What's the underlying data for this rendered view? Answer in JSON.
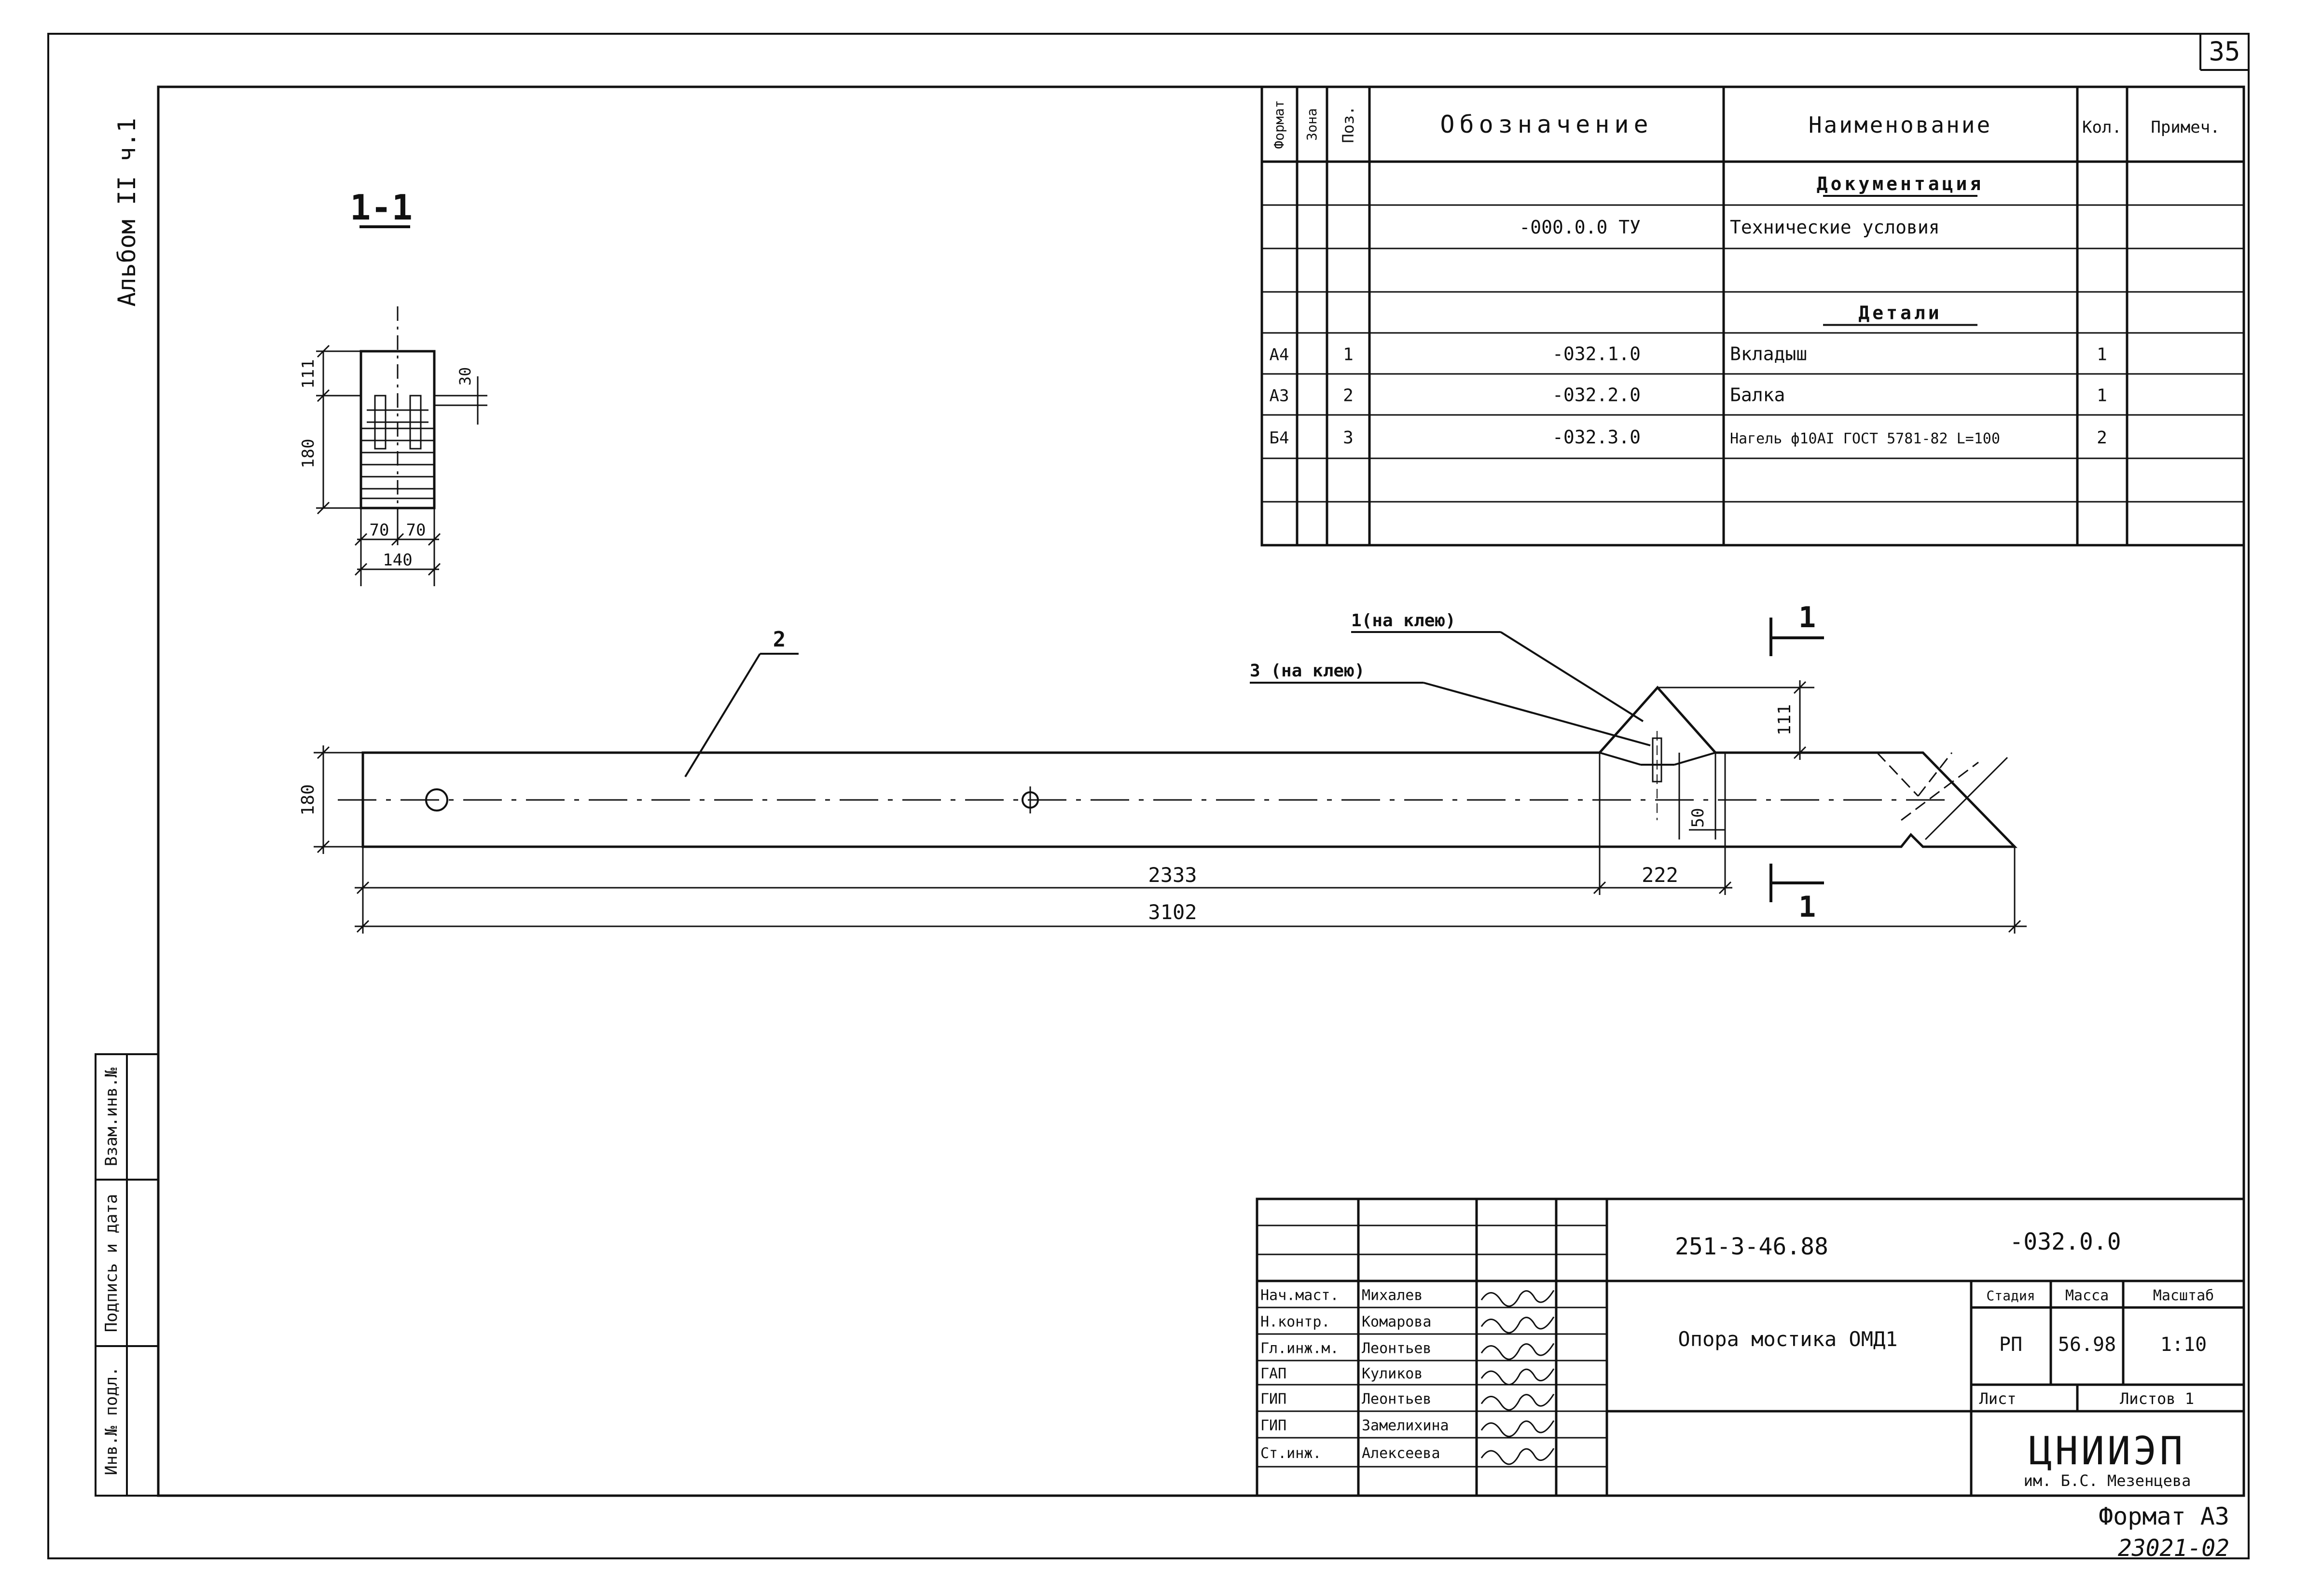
{
  "sheet": {
    "page_number": "35",
    "album_label": "Альбом II ч.1",
    "format_label": "Формат А3",
    "archive_number": "23021-02"
  },
  "section_mark": "1-1",
  "section_dims": {
    "height_top": "111",
    "height_bottom": "180",
    "slot_offset": "30",
    "width_left": "70",
    "width_right": "70",
    "total_width": "140"
  },
  "elevation": {
    "pos_beam": "2",
    "callout_insert": "1(на клею)",
    "callout_dowel": "3 (на клею)",
    "section_mark_top": "1",
    "section_mark_bottom": "1",
    "dim_height": "180",
    "dim_insert_height": "111",
    "dim_dowel": "50",
    "dim_2333": "2333",
    "dim_222": "222",
    "dim_total": "3102"
  },
  "spec_table": {
    "headers": {
      "format": "Формат",
      "zone": "Зона",
      "pos": "Поз.",
      "designation": "Обозначение",
      "name": "Наименование",
      "qty": "Кол.",
      "note": "Примеч."
    },
    "rows": [
      {
        "format": "",
        "pos": "",
        "designation": "",
        "name": "Документация",
        "qty": "",
        "underline": true
      },
      {
        "format": "",
        "pos": "",
        "designation": "-000.0.0 ТУ",
        "name": "Технические условия",
        "qty": ""
      },
      {
        "format": "",
        "pos": "",
        "designation": "",
        "name": "",
        "qty": ""
      },
      {
        "format": "",
        "pos": "",
        "designation": "",
        "name": "Детали",
        "qty": "",
        "underline": true
      },
      {
        "format": "А4",
        "pos": "1",
        "designation": "-032.1.0",
        "name": "Вкладыш",
        "qty": "1"
      },
      {
        "format": "А3",
        "pos": "2",
        "designation": "-032.2.0",
        "name": "Балка",
        "qty": "1"
      },
      {
        "format": "Б4",
        "pos": "3",
        "designation": "-032.3.0",
        "name": "Нагель ф10АI ГОСТ 5781-82 L=100",
        "qty": "2"
      },
      {
        "format": "",
        "pos": "",
        "designation": "",
        "name": "",
        "qty": ""
      },
      {
        "format": "",
        "pos": "",
        "designation": "",
        "name": "",
        "qty": ""
      }
    ]
  },
  "side_stamp": {
    "inv_podl": "Инв.№ подл.",
    "podpis_data": "Подпись и дата",
    "vzam_inv": "Взам.инв.№"
  },
  "title_block": {
    "project_code": "251-3-46.88",
    "doc_code": "-032.0.0",
    "title": "Опора мостика ОМД1",
    "stage_label": "Стадия",
    "mass_label": "Масса",
    "scale_label": "Масштаб",
    "stage": "РП",
    "mass": "56.98",
    "scale": "1:10",
    "sheet_label": "Лист",
    "sheets_label": "Листов 1",
    "org_name": "ЦНИИЭП",
    "org_sub": "им. Б.С. Мезенцева",
    "signatures": [
      {
        "role": "Нач.маст.",
        "name": "Михалев"
      },
      {
        "role": "Н.контр.",
        "name": "Комарова"
      },
      {
        "role": "Гл.инж.м.",
        "name": "Леонтьев"
      },
      {
        "role": "ГАП",
        "name": "Куликов"
      },
      {
        "role": "ГИП",
        "name": "Леонтьев"
      },
      {
        "role": "ГИП",
        "name": "Замелихина"
      },
      {
        "role": "Ст.инж.",
        "name": "Алексеева"
      }
    ]
  }
}
